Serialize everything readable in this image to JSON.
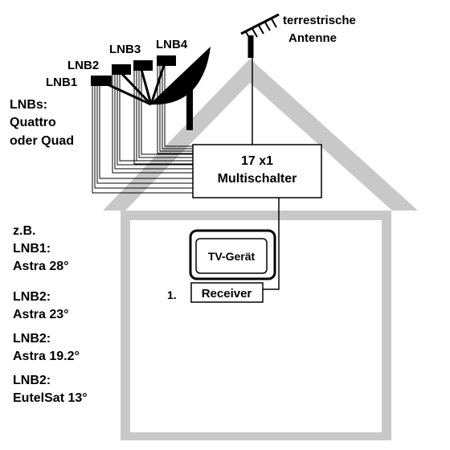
{
  "diagram": {
    "antenna_label": [
      "terrestrische",
      "Antenne"
    ],
    "lnb_labels": [
      "LNB1",
      "LNB2",
      "LNB3",
      "LNB4"
    ],
    "lnb_type_label": [
      "LNBs:",
      "Quattro",
      "oder Quad"
    ],
    "multiswitch_label": [
      "17 x1",
      "Multischalter"
    ],
    "tv_label": "TV-Gerät",
    "receiver_number": "1.",
    "receiver_label": "Receiver",
    "example_intro": "z.B.",
    "examples": [
      {
        "lnb": "LNB1:",
        "satellite": "Astra 28°"
      },
      {
        "lnb": "LNB2:",
        "satellite": "Astra 23°"
      },
      {
        "lnb": "LNB2:",
        "satellite": "Astra 19.2°"
      },
      {
        "lnb": "LNB2:",
        "satellite": "EutelSat 13°"
      }
    ],
    "colors": {
      "house": "#c8c8c8",
      "ink": "#000000",
      "background": "#ffffff"
    }
  }
}
